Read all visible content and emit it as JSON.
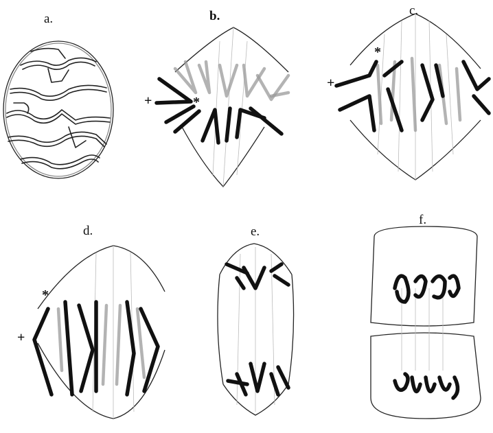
{
  "panels": [
    {
      "id": "a",
      "label": "a."
    },
    {
      "id": "b",
      "label": "b."
    },
    {
      "id": "c",
      "label": "c."
    },
    {
      "id": "d",
      "label": "d."
    },
    {
      "id": "e",
      "label": "e."
    },
    {
      "id": "f",
      "label": "f."
    }
  ],
  "marks": {
    "plus": "+",
    "asterisk": "*"
  }
}
